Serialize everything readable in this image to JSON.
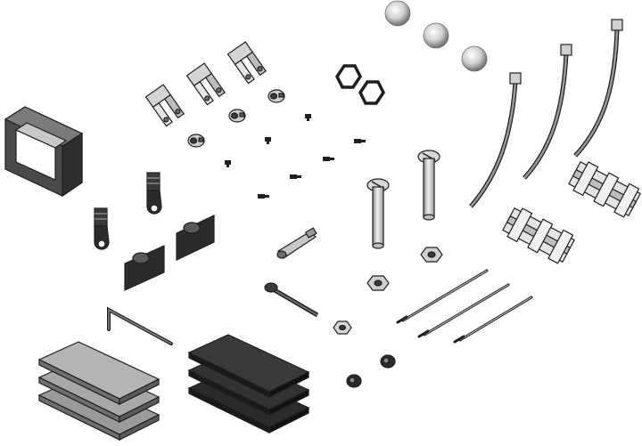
{
  "palette": {
    "outline": "#1f1f1f",
    "metal_light": "#d9d9d9",
    "metal_mid": "#a8a8a8",
    "metal_dark": "#6e6e6e",
    "pad_dark": "#2b2b2b",
    "pad_light": "#9a9a9a",
    "highlight": "#f4f4f4"
  },
  "parts": {
    "ball_links": 3,
    "cable_ties": 3,
    "clevises": 3,
    "servo_horns": 2,
    "hinges": 2,
    "linkage_rods": 3,
    "grommet_pads": 2,
    "foam_pads_light": 3,
    "foam_pads_dark": 3
  }
}
